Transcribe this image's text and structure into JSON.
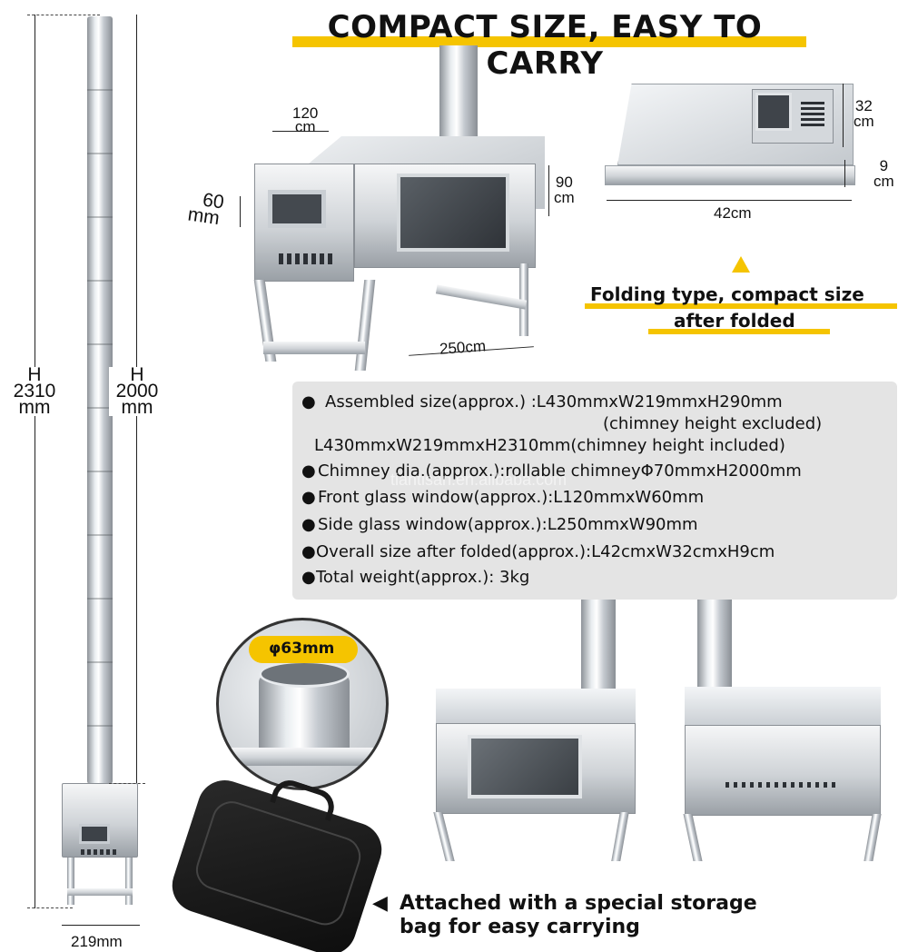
{
  "title": "COMPACT SIZE, EASY TO CARRY",
  "left_dims": {
    "total_h_letter": "H",
    "total_h_value": "2310",
    "total_h_unit": "mm",
    "chimney_h_letter": "H",
    "chimney_h_value": "2000",
    "chimney_h_unit": "mm",
    "width": "219mm"
  },
  "stove_dims": {
    "door_width_value": "120",
    "door_width_unit": "cm",
    "door_height_value": "60",
    "door_height_unit": "mm",
    "side_height_value": "90",
    "side_height_unit": "cm",
    "side_length": "250cm"
  },
  "folded_dims": {
    "depth_value": "32",
    "depth_unit": "cm",
    "height_value": "9",
    "height_unit": "cm",
    "length": "42cm"
  },
  "folding_note": {
    "line1": "Folding type, compact size",
    "line2": "after folded"
  },
  "specs": {
    "assembled_1": "Assembled size(approx.) :L430mmxW219mmxH290mm",
    "assembled_2": "(chimney height excluded)",
    "assembled_3": "L430mmxW219mmxH2310mm(chimney height included)",
    "chimney": "Chimney dia.(approx.):rollable chimneyΦ70mmxH2000mm",
    "front_window": "Front glass window(approx.):L120mmxW60mm",
    "side_window": "Side glass window(approx.):L250mmxW90mm",
    "folded_size": "Overall size after folded(approx.):L42cmxW32cmxH9cm",
    "weight": "Total weight(approx.): 3kg",
    "bullet": "●"
  },
  "watermark": "tiantisan.en.alibaba.com",
  "pipe_diameter": "φ63mm",
  "bag_note": {
    "arrow": "◀",
    "line1": "Attached with a special storage",
    "line2": "bag for easy carrying"
  },
  "colors": {
    "accent_yellow": "#f5c400",
    "panel_gray": "#e4e4e4",
    "text": "#111111"
  }
}
